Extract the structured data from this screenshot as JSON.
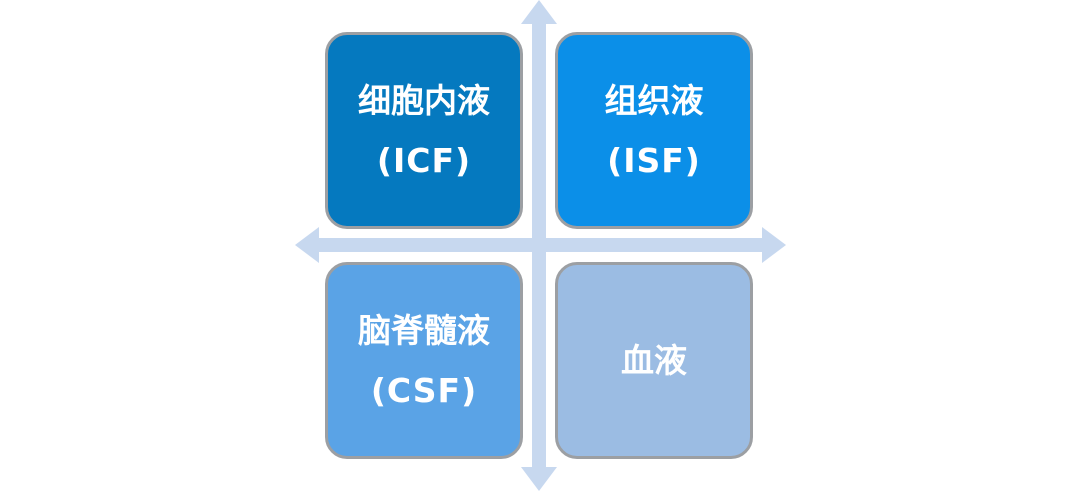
{
  "quadrants": {
    "top_left": {
      "name": "细胞内液",
      "abbr": "(ICF)",
      "color": "#0579bf"
    },
    "top_right": {
      "name": "组织液",
      "abbr": "(ISF)",
      "color": "#0b8fe8"
    },
    "bottom_left": {
      "name": "脑脊髓液",
      "abbr": "(CSF)",
      "color": "#5aa3e6"
    },
    "bottom_right": {
      "name": "血液",
      "abbr": "",
      "color": "#9bbce3"
    }
  },
  "axes": {
    "color": "#c7d8ef"
  }
}
